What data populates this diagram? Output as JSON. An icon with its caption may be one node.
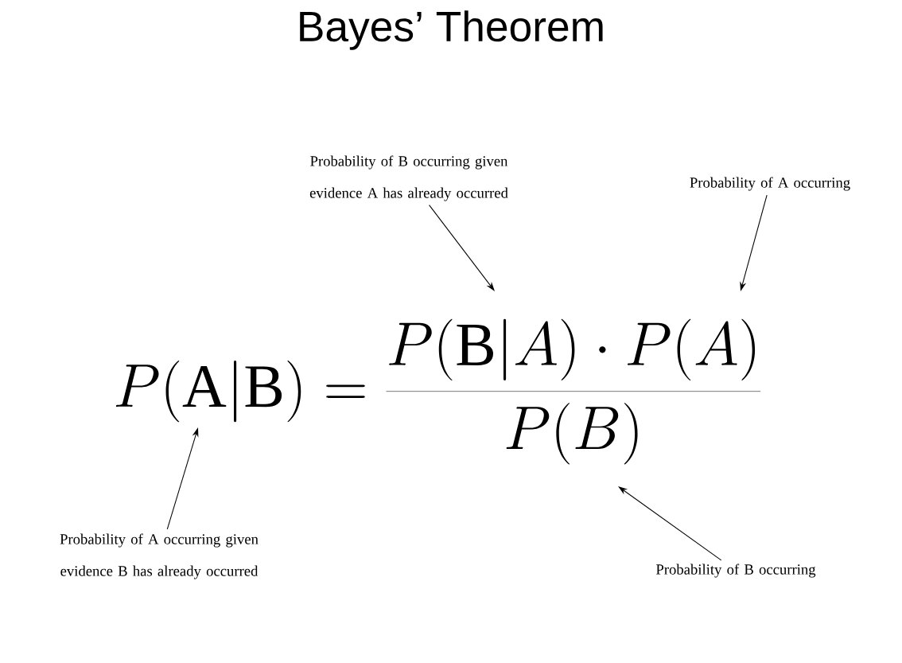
{
  "diagram": {
    "title": "Bayes’ Theorem",
    "nodes": [
      {
        "text": [
          "Probability of B occurring given evidence A has already occurred"
        ]
      },
      {
        "text": [
          "Probability of A occurring"
        ]
      },
      {
        "text": [
          "Probability of A occurring given evidence B has already occurred"
        ]
      },
      {
        "text": [
          "Probability of B occurring"
        ]
      },
      {
        "text": [
          "P(\\mathrm{A}|\\mathrm{B}) = \\frac{P(\\mathrm{B}|A)\\cdot P(A)}{P(B)}"
        ]
      }
    ],
    "edges": [
      {
        "from": 0,
        "to": 4,
        "arrow": "to"
      },
      {
        "from": 1,
        "to": 4,
        "arrow": "to"
      },
      {
        "from": 2,
        "to": 4,
        "arrow": "to"
      },
      {
        "from": 3,
        "to": 4,
        "arrow": "to"
      }
    ]
  }
}
